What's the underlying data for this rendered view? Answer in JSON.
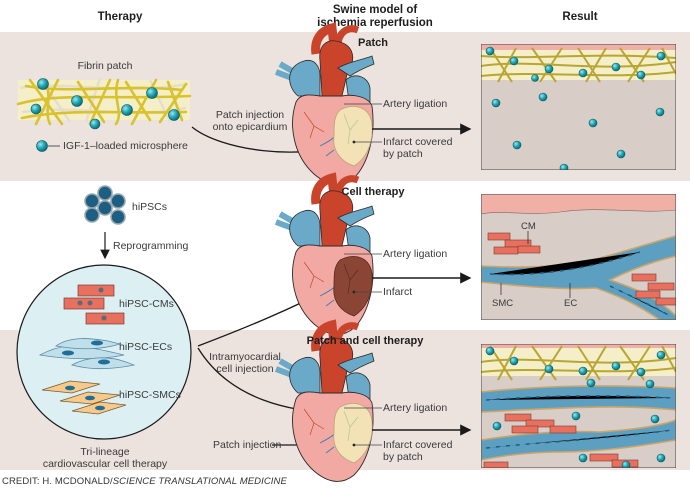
{
  "headers": {
    "therapy": "Therapy",
    "model_line1": "Swine model of",
    "model_line2": "ischemia reperfusion",
    "result": "Result"
  },
  "rows": {
    "patch": {
      "title": "Patch",
      "fibrin_label": "Fibrin patch",
      "microsphere_label": "IGF-1–loaded microsphere",
      "injection_line1": "Patch injection",
      "injection_line2": "onto epicardium",
      "artery_label": "Artery ligation",
      "infarct_line1": "Infarct covered",
      "infarct_line2": "by patch"
    },
    "cell": {
      "title": "Cell therapy",
      "hipscs_label": "hiPSCs",
      "reprogramming_label": "Reprogramming",
      "cm_label": "hiPSC-CMs",
      "artery_label": "Artery ligation",
      "infarct_label": "Infarct",
      "result_cm": "CM",
      "result_smc": "SMC",
      "result_ec": "EC"
    },
    "combo": {
      "title": "Patch and cell therapy",
      "ec_label": "hiPSC-ECs",
      "smc_label": "hiPSC-SMCs",
      "intramyo_line1": "Intramyocardial",
      "intramyo_line2": "cell injection",
      "patch_injection": "Patch injection",
      "trilineage_line1": "Tri-lineage",
      "trilineage_line2": "cardiovascular cell therapy",
      "artery_label": "Artery ligation",
      "infarct_line1": "Infarct covered",
      "infarct_line2": "by patch"
    }
  },
  "credit": {
    "prefix": "CREDIT: H. MCDONALD/",
    "source": "SCIENCE TRANSLATIONAL MEDICINE"
  },
  "colors": {
    "band": "#ece3df",
    "fiber": "#d8c22e",
    "microsphere": "#1fa7b5",
    "heart_pink": "#f2a9a3",
    "aorta": "#c9442b",
    "vein_blue": "#6aaac8",
    "infarct_dark": "#8a4535",
    "patch_tan": "#f3e2b6",
    "cm_red": "#e8705e",
    "ec_blue": "#bfe0ea",
    "smc_tan": "#f6c98c",
    "vessel_blue": "#5d9fc0",
    "tissue": "#d8cdc7",
    "circle_fill": "#dcf0f4"
  }
}
